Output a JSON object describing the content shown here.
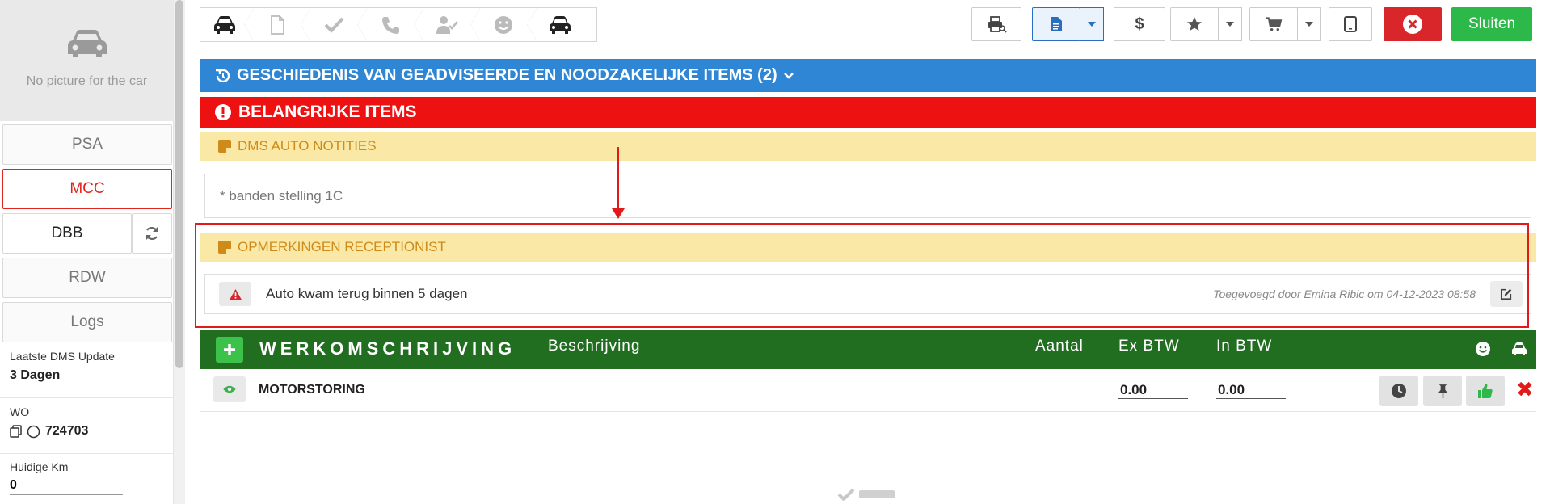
{
  "sidebar": {
    "no_picture": "No picture for the car",
    "buttons": {
      "psa": "PSA",
      "mcc": "MCC",
      "dbb": "DBB",
      "rdw": "RDW",
      "logs": "Logs"
    },
    "dms_update": {
      "label": "Laatste DMS Update",
      "value": "3 Dagen"
    },
    "wo": {
      "label": "WO",
      "value": "724703"
    },
    "km": {
      "label": "Huidige Km",
      "value": "0"
    }
  },
  "toolbar": {
    "steps": [
      "car-icon",
      "document-icon",
      "check-icon",
      "phone-icon",
      "user-check-icon",
      "smiley-icon",
      "car-icon"
    ],
    "close_label": "Sluiten",
    "icons": [
      "printer-key-icon",
      "document-icon",
      "dollar-icon",
      "star-icon",
      "cart-icon",
      "tablet-icon",
      "close-circle-icon"
    ]
  },
  "sections": {
    "history_title": "GESCHIEDENIS VAN GEADVISEERDE EN NOODZAKELIJKE ITEMS (2)",
    "important_title": "BELANGRIJKE ITEMS",
    "dms_notes_title": "DMS AUTO NOTITIES",
    "dms_note_text": "* banden stelling 1C",
    "remarks_title": "OPMERKINGEN RECEPTIONIST",
    "remark_text": "Auto kwam terug binnen 5 dagen",
    "remark_meta": "Toegevoegd door Emina Ribic om 04-12-2023 08:58"
  },
  "work": {
    "title": "WERKOMSCHRIJVING",
    "col_description": "Beschrijving",
    "col_quantity": "Aantal",
    "col_ex_vat": "Ex BTW",
    "col_in_vat": "In BTW",
    "rows": [
      {
        "description": "MOTORSTORING",
        "ex_vat": "0.00",
        "in_vat": "0.00"
      }
    ]
  },
  "colors": {
    "history_banner": "#2f86d4",
    "important_banner": "#ee1111",
    "note_header": "#f9e8a6",
    "work_header": "#216e21",
    "close_button": "#2db84a",
    "danger_button": "#d9262b",
    "annotation": "#e21a1a"
  }
}
